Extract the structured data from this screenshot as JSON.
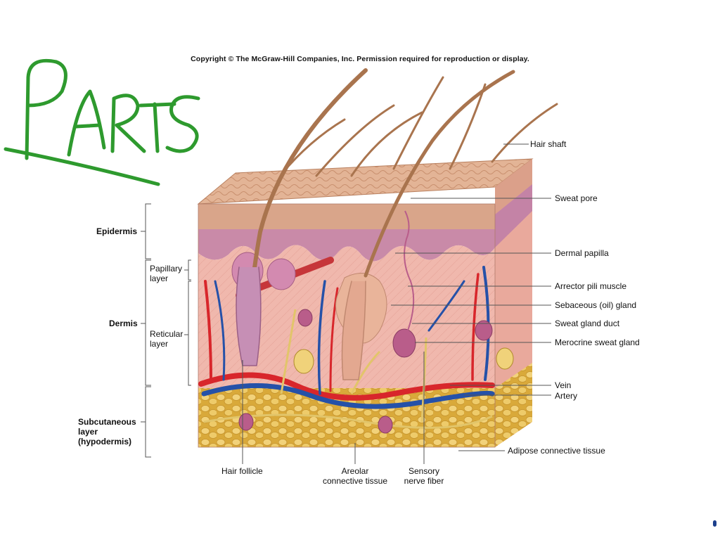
{
  "copyright": "Copyright © The McGraw-Hill Companies, Inc. Permission required for reproduction or display.",
  "handwriting": "PARTS",
  "layers": {
    "epidermis": "Epidermis",
    "papillary": "Papillary\nlayer",
    "dermis": "Dermis",
    "reticular": "Reticular\nlayer",
    "subcutaneous": "Subcutaneous\nlayer\n(hypodermis)"
  },
  "labels": {
    "hair_shaft": "Hair shaft",
    "sweat_pore": "Sweat pore",
    "dermal_papilla": "Dermal papilla",
    "arrector_pili": "Arrector pili muscle",
    "sebaceous": "Sebaceous (oil) gland",
    "sweat_duct": "Sweat gland duct",
    "merocrine": "Merocrine sweat gland",
    "vein": "Vein",
    "artery": "Artery",
    "adipose": "Adipose connective tissue",
    "hair_follicle": "Hair follicle",
    "areolar": "Areolar\nconnective tissue",
    "sensory": "Sensory\nnerve fiber"
  },
  "colors": {
    "handwriting": "#2e9a2e",
    "epidermis_surface": "#d9a58a",
    "epidermis": "#c98aa8",
    "dermis": "#f1b9ae",
    "hypodermis": "#e8c15a",
    "artery": "#d8262b",
    "vein": "#2551a8",
    "nerve": "#e2c56a",
    "hair": "#a9744e",
    "line": "#555555"
  }
}
